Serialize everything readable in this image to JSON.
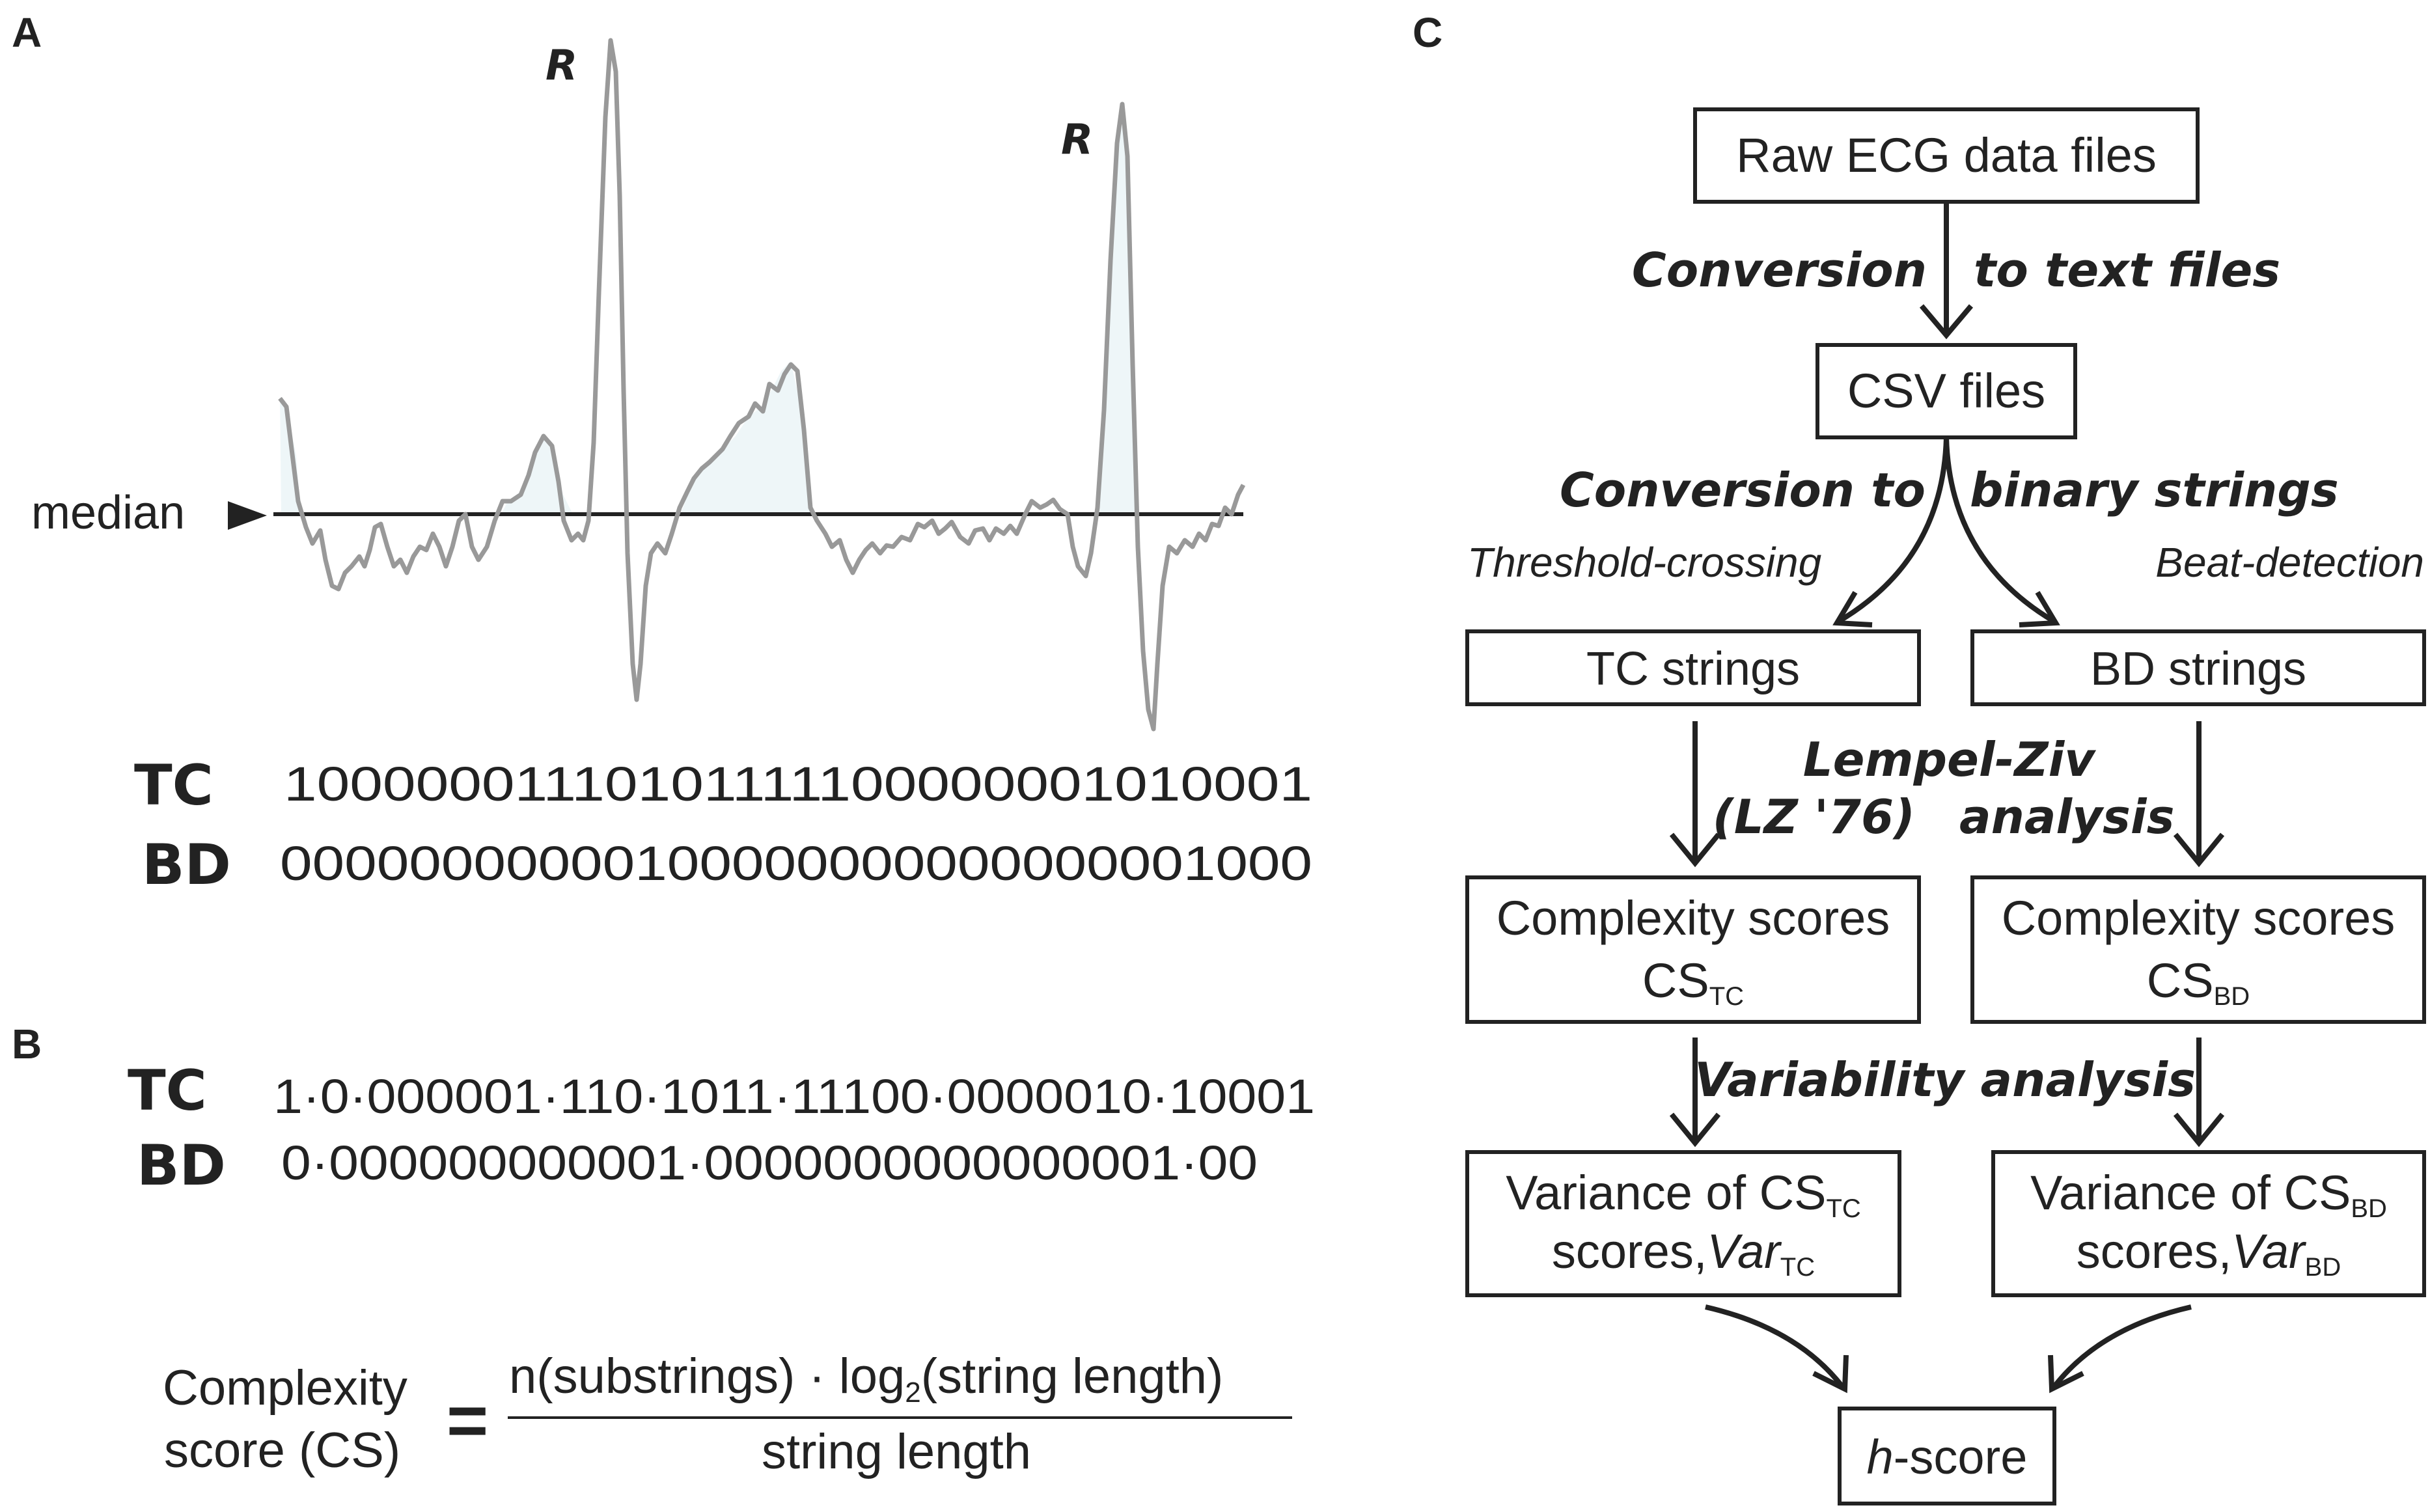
{
  "panel_a": {
    "label": "A",
    "median_label": "median",
    "r_label_1": "R",
    "r_label_2": "R",
    "tc_label": "TC",
    "bd_label": "BD",
    "tc_string": "10000001110101111100000001010001",
    "bd_string": "00000000000100000000000000001000"
  },
  "panel_b": {
    "label": "B",
    "tc_label": "TC",
    "bd_label": "BD",
    "tc_parsed": "1·0·000001·110·1011·11100·0000010·10001",
    "bd_parsed": "0·000000000001·0000000000000001·00",
    "formula": {
      "lhs_line1": "Complexity",
      "lhs_line2": "score (CS)",
      "equals": "=",
      "num_left": "n(substrings) · log",
      "num_sub": "2",
      "num_right": "(string length)",
      "denominator": "string length"
    }
  },
  "panel_c": {
    "label": "C",
    "box_raw": "Raw ECG data files",
    "step1_left": "Conversion",
    "step1_right": "to text files",
    "box_csv": "CSV files",
    "step2_left": "Conversion to",
    "step2_right": "binary strings",
    "method_tc": "Threshold-crossing",
    "method_bd": "Beat-detection",
    "box_tc": "TC strings",
    "box_bd": "BD strings",
    "step3_line1": "Lempel-Ziv",
    "step3_line2_left": "(LZ '76)",
    "step3_line2_right": "analysis",
    "cs_tc_line1": "Complexity scores",
    "cs_tc_main": "CS",
    "cs_tc_sub": "TC",
    "cs_bd_line1": "Complexity scores",
    "cs_bd_main": "CS",
    "cs_bd_sub": "BD",
    "step4": "Variability analysis",
    "var_tc_line1": "Variance of CS",
    "var_tc_line1_sub": "TC",
    "var_tc_line2": "scores,",
    "var_tc_var": "Var",
    "var_tc_var_sub": "TC",
    "var_bd_line1": "Variance of CS",
    "var_bd_line1_sub": "BD",
    "var_bd_line2": "scores,",
    "var_bd_var": "Var",
    "var_bd_var_sub": "BD",
    "box_h_italic": "h",
    "box_h_rest": "-score"
  },
  "colors": {
    "ink": "#222222",
    "trace": "#999999",
    "fill": "#eef6f8"
  }
}
